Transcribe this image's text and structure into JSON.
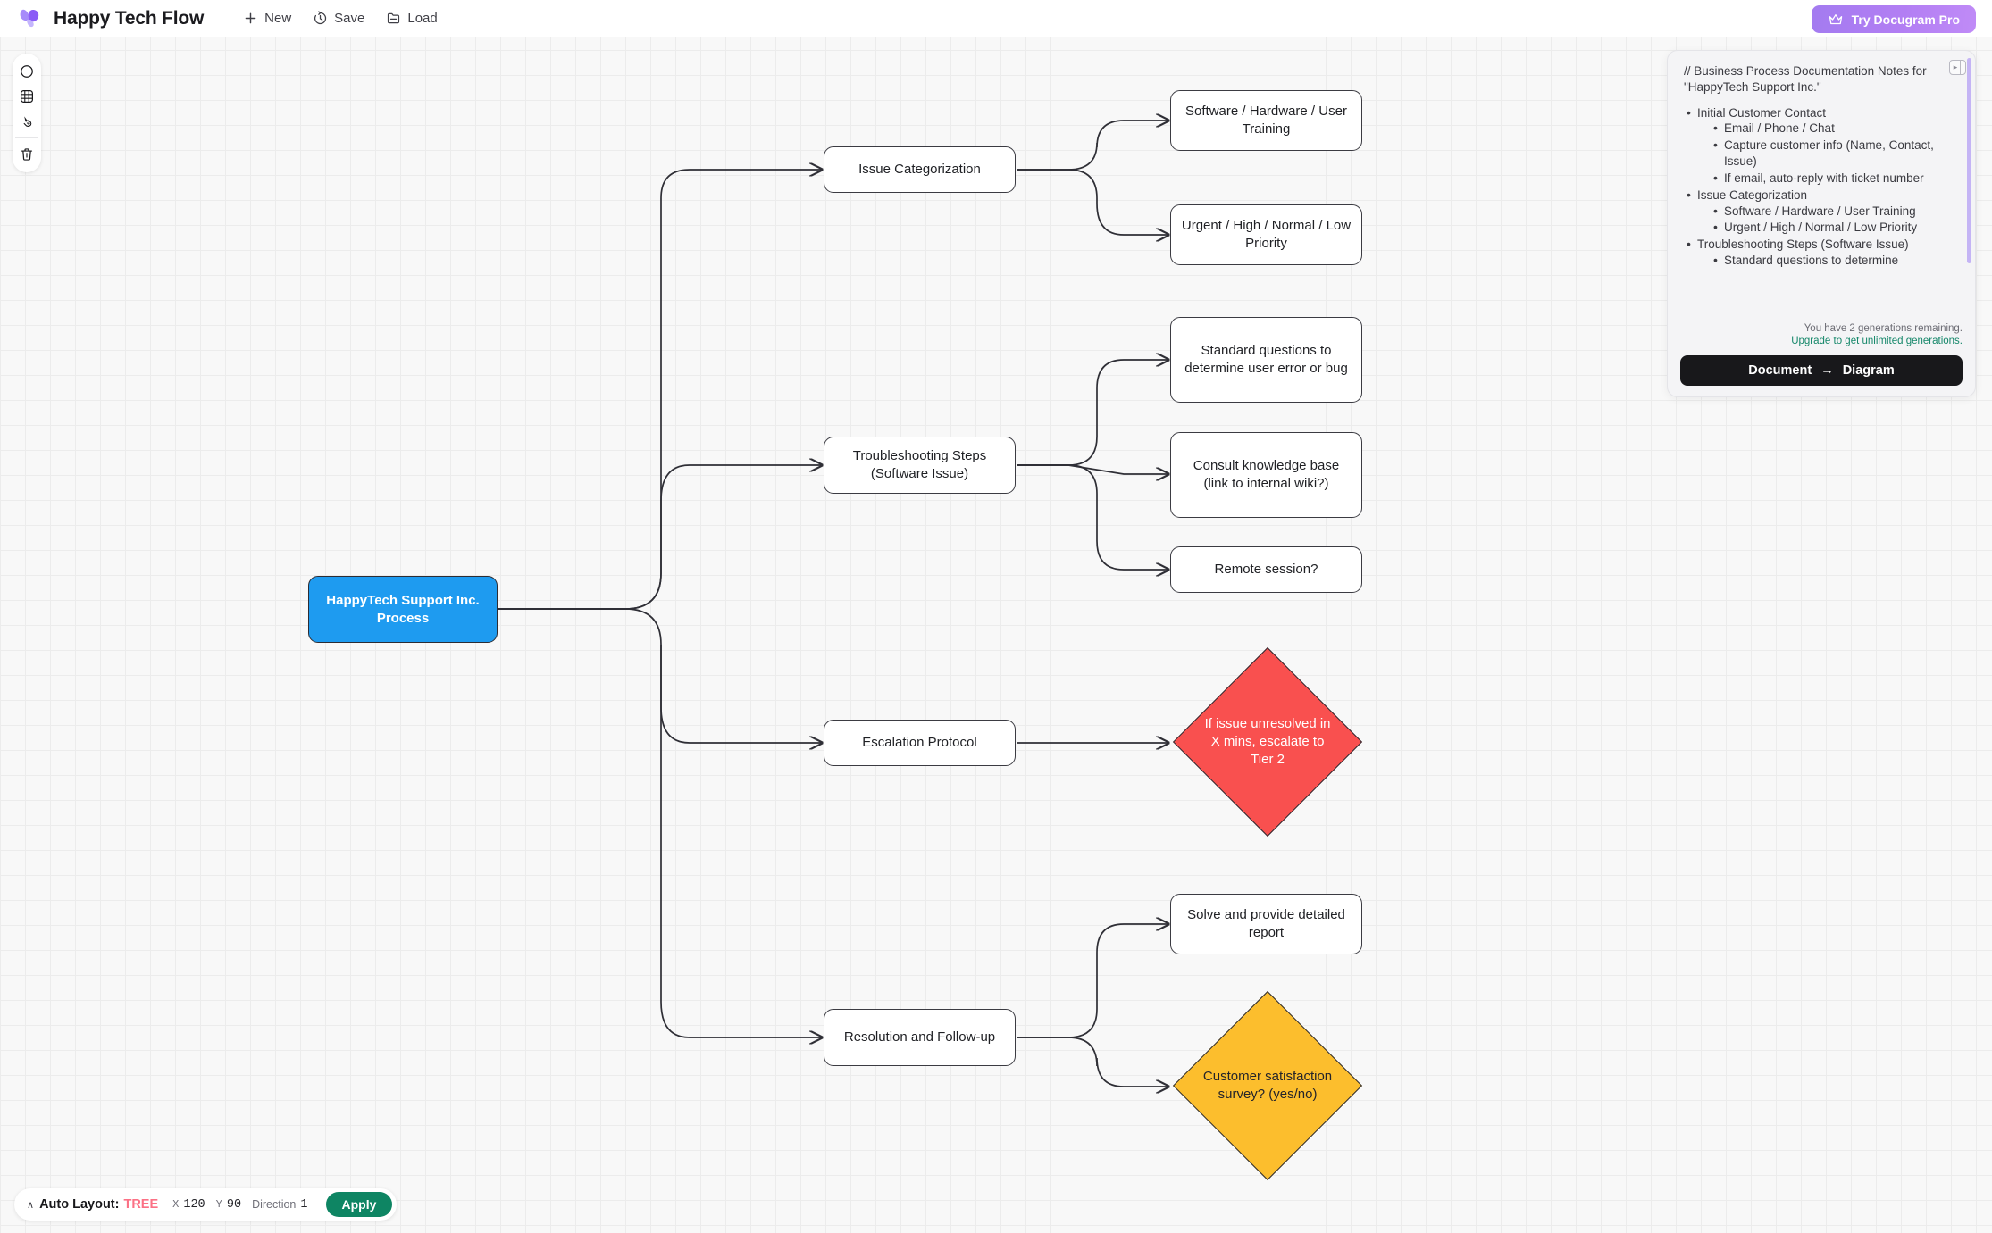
{
  "app": {
    "title": "Happy Tech Flow",
    "logo_icon": "butterfly-logo-icon",
    "menu": [
      {
        "label": "New",
        "icon": "plus-icon"
      },
      {
        "label": "Save",
        "icon": "save-clock-icon"
      },
      {
        "label": "Load",
        "icon": "folder-icon"
      }
    ],
    "pro_button": {
      "label": "Try Docugram Pro",
      "icon": "crown-icon"
    }
  },
  "tools": [
    {
      "name": "shape-circle-tool",
      "icon": "circle-icon"
    },
    {
      "name": "grid-tool",
      "icon": "grid-icon"
    },
    {
      "name": "pointer-tool",
      "icon": "hand-pointer-icon"
    },
    {
      "name": "delete-tool",
      "icon": "trash-icon"
    }
  ],
  "notes": {
    "intro": "// Business Process Documentation Notes for \"HappyTech Support Inc.\"",
    "outline": [
      {
        "text": "Initial Customer Contact",
        "children": [
          "Email / Phone / Chat",
          "Capture customer info (Name, Contact, Issue)",
          "If email, auto-reply with ticket number"
        ]
      },
      {
        "text": "Issue Categorization",
        "children": [
          "Software / Hardware / User Training",
          "Urgent / High / Normal / Low Priority"
        ]
      },
      {
        "text": "Troubleshooting Steps (Software Issue)",
        "children": [
          "Standard questions to determine"
        ]
      }
    ],
    "generations_remaining": "You have 2 generations remaining.",
    "upgrade_link": "Upgrade to get unlimited generations.",
    "convert_button": {
      "left": "Document",
      "arrow": "→",
      "right": "Diagram"
    },
    "collapse_icon": "panel-collapse-icon"
  },
  "autolayout": {
    "caret": "∧",
    "label": "Auto Layout:",
    "mode": "TREE",
    "x_key": "X",
    "x_value": "120",
    "y_key": "Y",
    "y_value": "90",
    "direction_key": "Direction",
    "direction_value": "1",
    "apply_label": "Apply",
    "mode_color": "#FB7185",
    "apply_color": "#0E8563"
  },
  "diagram": {
    "root": {
      "label": "HappyTech Support Inc. Process",
      "color": "#1E9BF0",
      "text_color": "#ffffff"
    },
    "nodes": [
      {
        "id": "issue-categorization",
        "label": "Issue Categorization",
        "shape": "rect"
      },
      {
        "id": "software-hardware",
        "label": "Software / Hardware / User Training",
        "shape": "rect"
      },
      {
        "id": "priority",
        "label": "Urgent / High / Normal / Low Priority",
        "shape": "rect"
      },
      {
        "id": "troubleshooting-steps",
        "label": "Troubleshooting Steps (Software Issue)",
        "shape": "rect"
      },
      {
        "id": "standard-questions",
        "label": "Standard questions to determine user error or bug",
        "shape": "rect"
      },
      {
        "id": "knowledge-base",
        "label": "Consult knowledge base (link to internal wiki?)",
        "shape": "rect"
      },
      {
        "id": "remote-session",
        "label": "Remote session?",
        "shape": "rect"
      },
      {
        "id": "escalation-protocol",
        "label": "Escalation Protocol",
        "shape": "rect"
      },
      {
        "id": "escalate-tier2",
        "label": "If issue unresolved in X mins, escalate to Tier 2",
        "shape": "diamond",
        "color": "#F9504F",
        "text_color": "#ffffff"
      },
      {
        "id": "resolution-followup",
        "label": "Resolution and Follow-up",
        "shape": "rect"
      },
      {
        "id": "solve-report",
        "label": "Solve and provide detailed report",
        "shape": "rect"
      },
      {
        "id": "satisfaction-survey",
        "label": "Customer satisfaction survey? (yes/no)",
        "shape": "diamond",
        "color": "#FCBE2D",
        "text_color": "#24242a"
      }
    ]
  }
}
